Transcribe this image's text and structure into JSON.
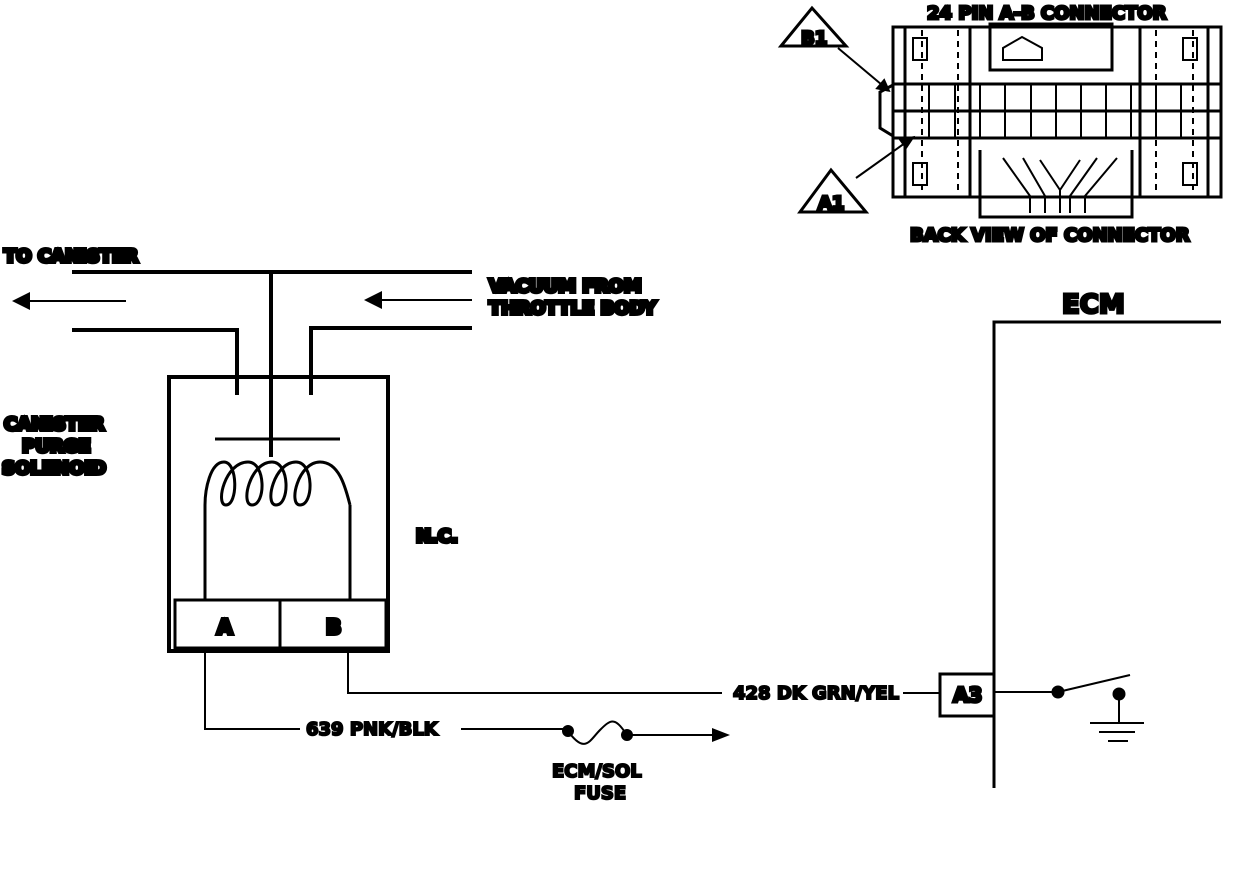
{
  "connector": {
    "title": "24 PIN A-B  CONNECTOR",
    "caption": "BACK VIEW OF CONNECTOR",
    "marker_b1": "B1",
    "marker_a1": "A1"
  },
  "solenoid": {
    "name_line1": "CANISTER",
    "name_line2": "PURGE",
    "name_line3": "SOLENOID",
    "state": "N.C.",
    "terminal_a": "A",
    "terminal_b": "B"
  },
  "vacuum": {
    "to_canister": "TO CANISTER",
    "from_line1": "VACUUM FROM",
    "from_line2": "THROTTLE BODY"
  },
  "wires": {
    "wire_a": "639 PNK/BLK",
    "wire_b": "428 DK GRN/YEL"
  },
  "fuse": {
    "line1": "ECM/SOL",
    "line2": "FUSE"
  },
  "ecm": {
    "title": "ECM",
    "pin": "A3"
  }
}
